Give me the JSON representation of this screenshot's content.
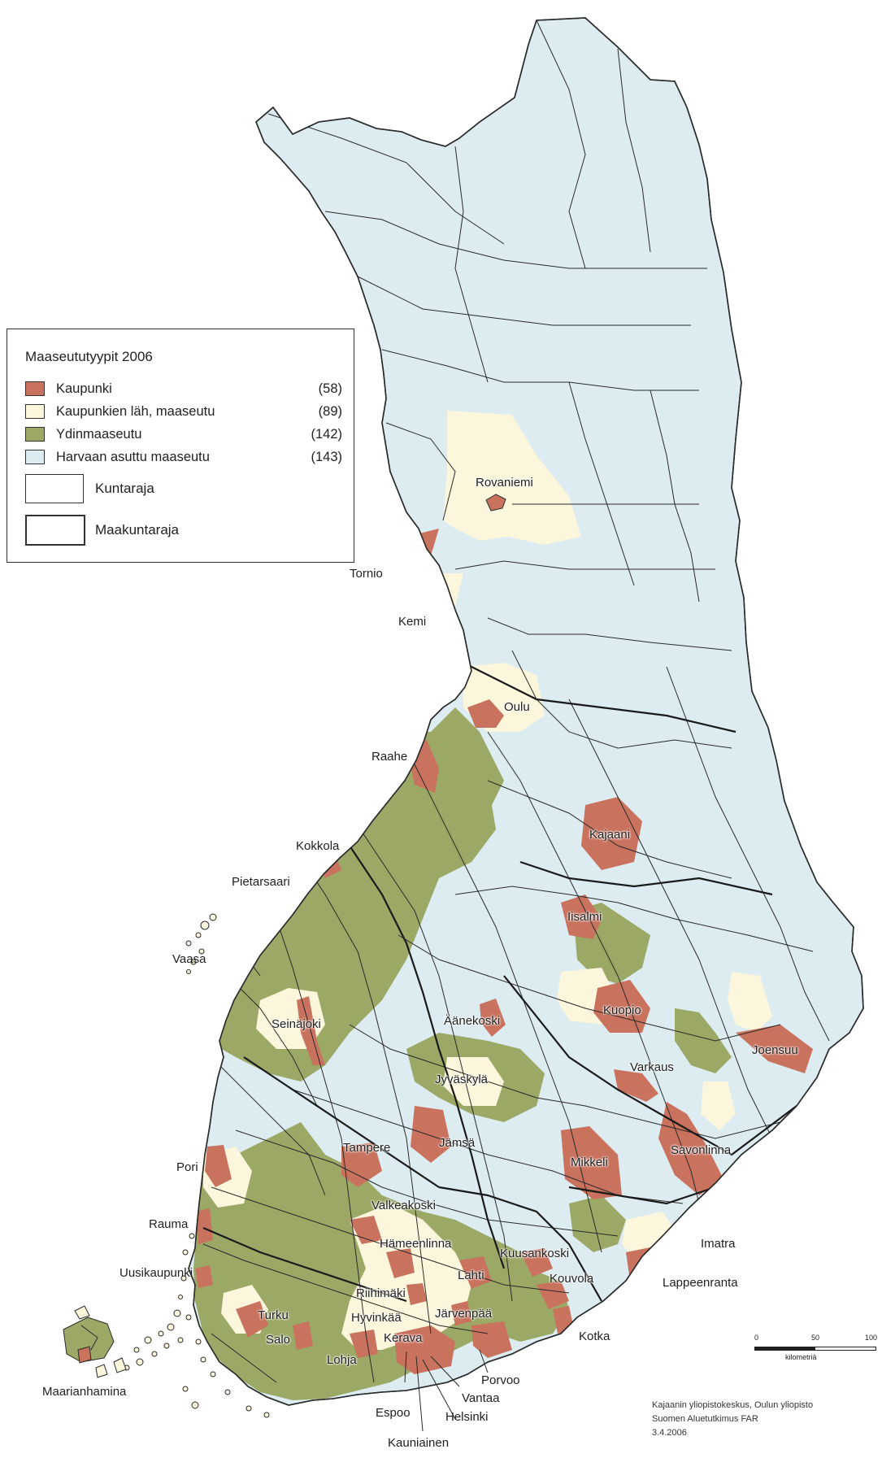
{
  "colors": {
    "kaupunki": "#c9725e",
    "kaupunkien_lah": "#fbf6dc",
    "ydinmaaseutu": "#9ba866",
    "harvaan": "#dcecf0",
    "border": "#2a2a2a",
    "water": "#ffffff"
  },
  "legend": {
    "title": "Maaseututyypit 2006",
    "items": [
      {
        "label": "Kaupunki",
        "count": "(58)",
        "color_key": "kaupunki"
      },
      {
        "label": "Kaupunkien läh, maaseutu",
        "count": "(89)",
        "color_key": "kaupunkien_lah"
      },
      {
        "label": "Ydinmaaseutu",
        "count": "(142)",
        "color_key": "ydinmaaseutu"
      },
      {
        "label": "Harvaan asuttu maaseutu",
        "count": "(143)",
        "color_key": "harvaan"
      }
    ],
    "boundaries": [
      {
        "label": "Kuntaraja"
      },
      {
        "label": "Maakuntaraja"
      }
    ]
  },
  "cities": [
    "Rovaniemi",
    "Tornio",
    "Kemi",
    "Oulu",
    "Raahe",
    "Kajaani",
    "Kokkola",
    "Pietarsaari",
    "Iisalmi",
    "Vaasa",
    "Kuopio",
    "Seinäjoki",
    "Äänekoski",
    "Joensuu",
    "Varkaus",
    "Jyväskylä",
    "Jämsä",
    "Savonlinna",
    "Tampere",
    "Mikkeli",
    "Pori",
    "Valkeakoski",
    "Rauma",
    "Hämeenlinna",
    "Kuusankoski",
    "Imatra",
    "Lahti",
    "Kouvola",
    "Uusikaupunki",
    "Lappeenranta",
    "Riihimäki",
    "Hyvinkää",
    "Järvenpää",
    "Turku",
    "Salo",
    "Kerava",
    "Kotka",
    "Lohja",
    "Porvoo",
    "Maarianhamina",
    "Vantaa",
    "Espoo",
    "Helsinki",
    "Kauniainen"
  ],
  "scale": {
    "ticks": [
      "0",
      "50",
      "100"
    ],
    "unit": "kilometriä"
  },
  "credits": [
    "Kajaanin yliopistokeskus, Oulun yliopisto",
    "Suomen Aluetutkimus FAR",
    "3.4.2006"
  ]
}
